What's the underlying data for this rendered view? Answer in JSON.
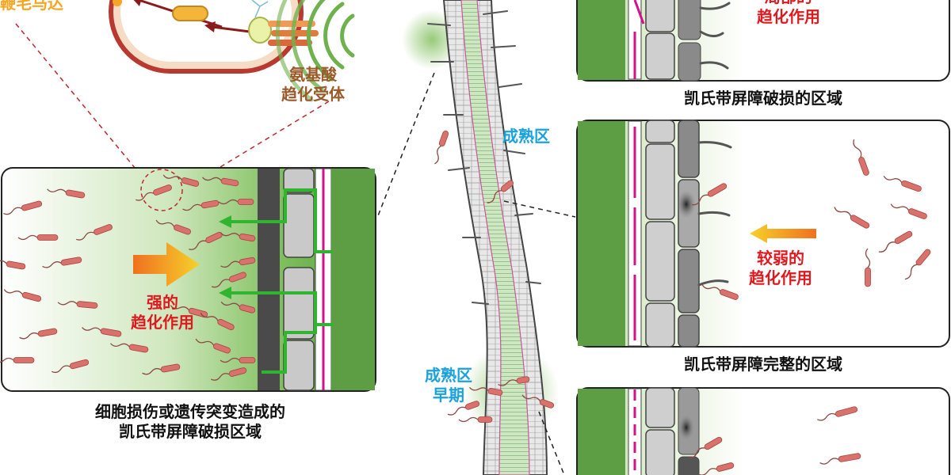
{
  "labels": {
    "flagellar_motor": "鞭毛马达",
    "amino_acid_receptor_line1": "氨基酸",
    "amino_acid_receptor_line2": "趋化受体",
    "strong_line1": "强的",
    "strong_line2": "趋化作用",
    "left_caption_line1": "细胞损伤或遗传突变造成的",
    "left_caption_line2": "凯氏带屏障破损区域",
    "mature_zone": "成熟区",
    "early_mature_line1": "成熟区",
    "early_mature_line2": "早期",
    "local_line1": "局部的",
    "local_line2": "趋化作用",
    "top_right_caption": "凯氏带屏障破损的区域",
    "weak_line1": "较弱的",
    "weak_line2": "趋化作用",
    "mid_right_caption": "凯氏带屏障完整的区域"
  },
  "colors": {
    "red_text": "#e0191f",
    "orange_text": "#f5a623",
    "brown_text": "#9a5a2a",
    "blue_text": "#1aa2de",
    "root_green": "#4f9a3a",
    "bacteria": "#d9726c",
    "casparian_magenta": "#d4118a",
    "signal_green": "#2fb52f"
  }
}
